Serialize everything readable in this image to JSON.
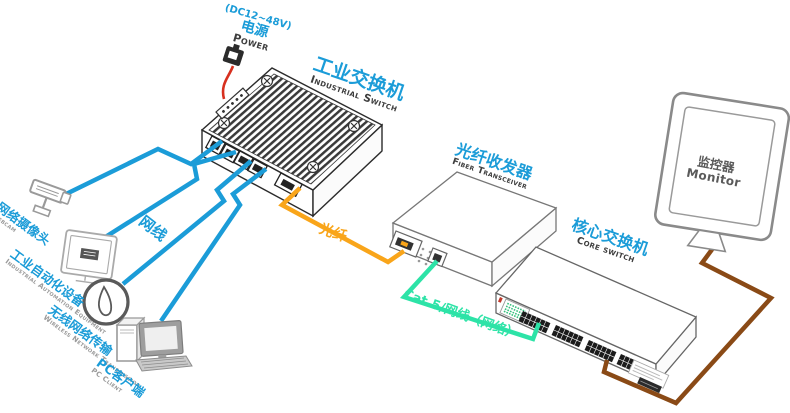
{
  "labels": {
    "power": {
      "voltage": "(DC12~48V)",
      "zh": "电源",
      "en": "Power"
    },
    "industrial_switch": {
      "zh": "工业交换机",
      "en": "Industrial Switch"
    },
    "fiber_transceiver": {
      "zh": "光纤收发器",
      "en": "Fiber Transceiver"
    },
    "core_switch": {
      "zh": "核心交换机",
      "en": "Core switch"
    },
    "monitor": {
      "zh": "监控器",
      "en": "Monitor"
    },
    "webcam": {
      "zh": "网络摄像头",
      "en": "Webcam"
    },
    "industrial_automation": {
      "zh": "工业自动化设备",
      "en": "Industrial Automation Equipment"
    },
    "wireless": {
      "zh": "无线网络传输",
      "en": "Wireless Network Transmission"
    },
    "pc_client": {
      "zh": "PC客户端",
      "en": "PC Client"
    }
  },
  "cables": {
    "lan": {
      "label": "网线",
      "color": "#1b9cd8"
    },
    "fiber": {
      "label": "光纤",
      "color": "#f9a51a"
    },
    "cat5": {
      "label": "Cat.5/网线（网络）",
      "color": "#2de3a7"
    },
    "monitor_link": {
      "color": "#8a4a16"
    },
    "power_cord": {
      "color": "#d7301f"
    }
  }
}
